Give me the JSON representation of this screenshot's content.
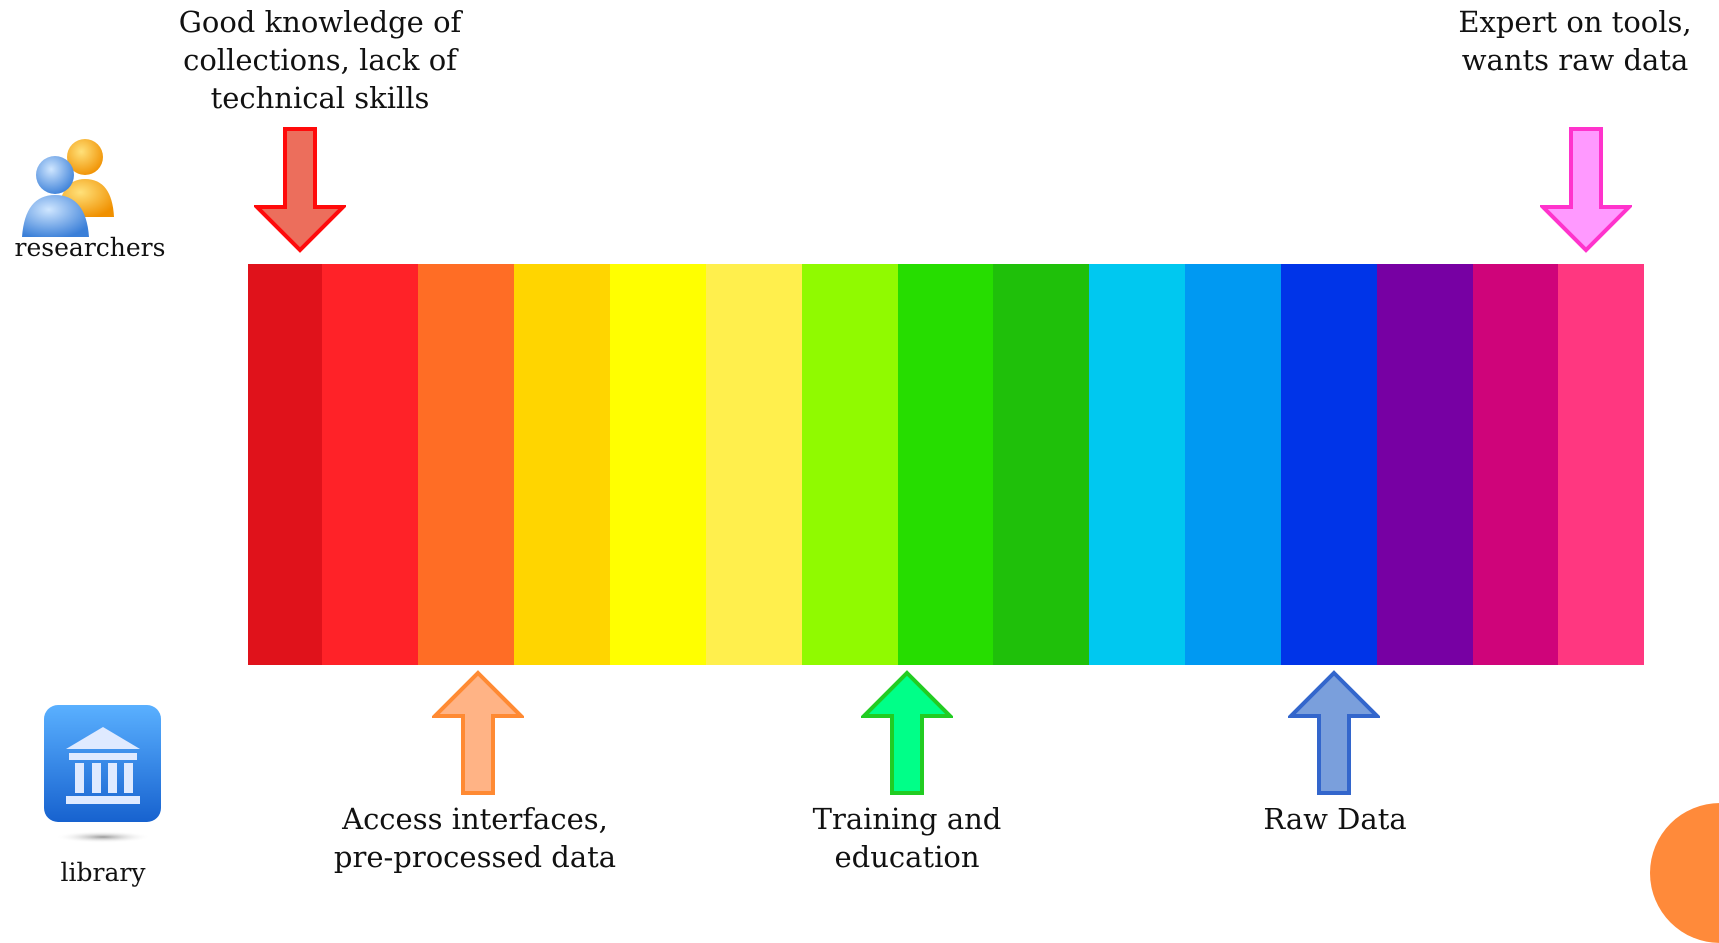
{
  "researchers": {
    "label": "researchers",
    "annotation_left": "Good knowledge of\ncollections, lack of\ntechnical skills",
    "annotation_right": "Expert on tools,\nwants raw data"
  },
  "library": {
    "label": "library",
    "annotation_access": "Access interfaces,\npre-processed data",
    "annotation_training": "Training and\neducation",
    "annotation_raw": "Raw Data"
  },
  "spectrum": {
    "stripes": [
      {
        "color": "#e0121b"
      },
      {
        "color": "#ff2228"
      },
      {
        "color": "#ff6d25"
      },
      {
        "color": "#ffd500"
      },
      {
        "color": "#ffff00"
      },
      {
        "color": "#ffef4d"
      },
      {
        "color": "#90fa00"
      },
      {
        "color": "#26dd00"
      },
      {
        "color": "#1fc00a"
      },
      {
        "color": "#00c8f0"
      },
      {
        "color": "#0099f2"
      },
      {
        "color": "#0034e8"
      },
      {
        "color": "#7700a3"
      },
      {
        "color": "#cf047a"
      },
      {
        "color": "#ff3780"
      }
    ]
  },
  "colors": {
    "arrow_red_fill": "#ec6e5c",
    "arrow_red_stroke": "#ff0a0a",
    "arrow_pink_fill": "#ff99ff",
    "arrow_pink_stroke": "#ff33cc",
    "arrow_orange_fill": "#ffb385",
    "arrow_orange_stroke": "#ff8a33",
    "arrow_green_fill": "#00ff88",
    "arrow_green_stroke": "#22cc22",
    "arrow_blue_fill": "#7a9fdc",
    "arrow_blue_stroke": "#3366cc",
    "corner_circle": "#ff8a3a"
  }
}
